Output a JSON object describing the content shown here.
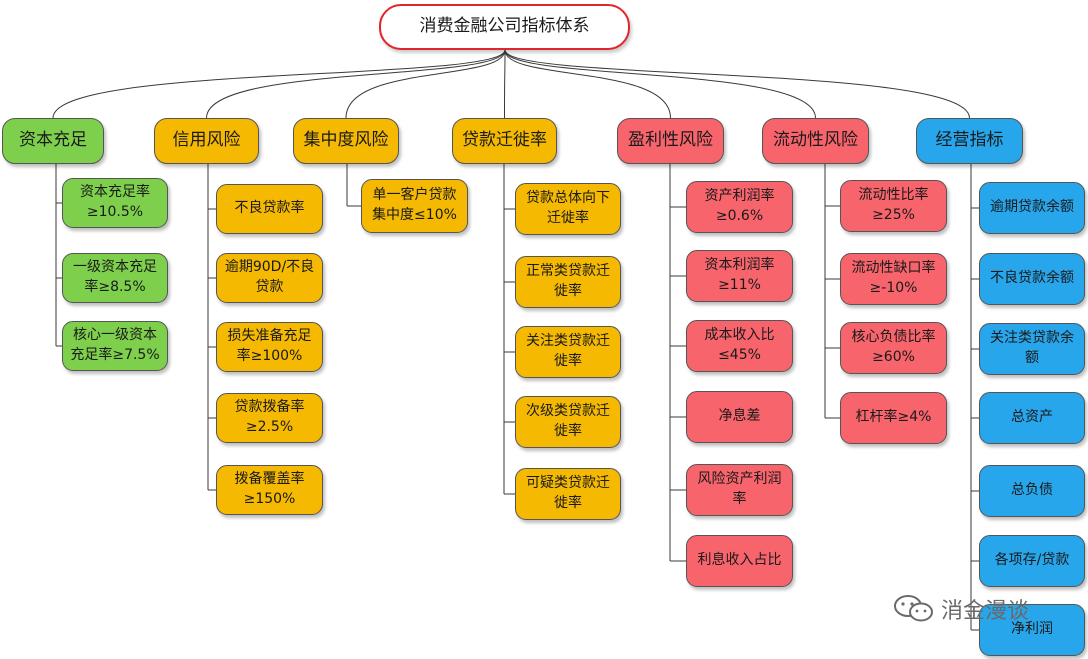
{
  "title": "消费金融公司指标体系",
  "colors": {
    "green": "#7ed04c",
    "yellow": "#f4b900",
    "red": "#f7646c",
    "blue": "#27a6ec",
    "root_border": "#e0262c"
  },
  "categories": [
    {
      "label": "资本充足",
      "color": "green",
      "items": [
        "资本充足率\n≥10.5%",
        "一级资本充足\n率≥8.5%",
        "核心一级资本\n充足率≥7.5%"
      ]
    },
    {
      "label": "信用风险",
      "color": "yellow",
      "items": [
        "不良贷款率",
        "逾期90D/不良\n贷款",
        "损失准备充足\n率≥100%",
        "贷款拨备率\n≥2.5%",
        "拨备覆盖率\n≥150%"
      ]
    },
    {
      "label": "集中度风险",
      "color": "yellow",
      "items": [
        "单一客户贷款\n集中度≤10%"
      ]
    },
    {
      "label": "贷款迁徙率",
      "color": "yellow",
      "items": [
        "贷款总体向下\n迁徙率",
        "正常类贷款迁\n徙率",
        "关注类贷款迁\n徙率",
        "次级类贷款迁\n徙率",
        "可疑类贷款迁\n徙率"
      ]
    },
    {
      "label": "盈利性风险",
      "color": "red",
      "items": [
        "资产利润率\n≥0.6%",
        "资本利润率\n≥11%",
        "成本收入比\n≤45%",
        "净息差",
        "风险资产利润\n率",
        "利息收入占比"
      ]
    },
    {
      "label": "流动性风险",
      "color": "red",
      "items": [
        "流动性比率\n≥25%",
        "流动性缺口率\n≥-10%",
        "核心负债比率\n≥60%",
        "杠杆率≥4%"
      ]
    },
    {
      "label": "经营指标",
      "color": "blue",
      "items": [
        "逾期贷款余额",
        "不良贷款余额",
        "关注类贷款余\n额",
        "总资产",
        "总负债",
        "各项存/贷款",
        "净利润"
      ]
    }
  ],
  "watermark": {
    "text": "消金漫谈",
    "icon": "wechat-icon"
  }
}
